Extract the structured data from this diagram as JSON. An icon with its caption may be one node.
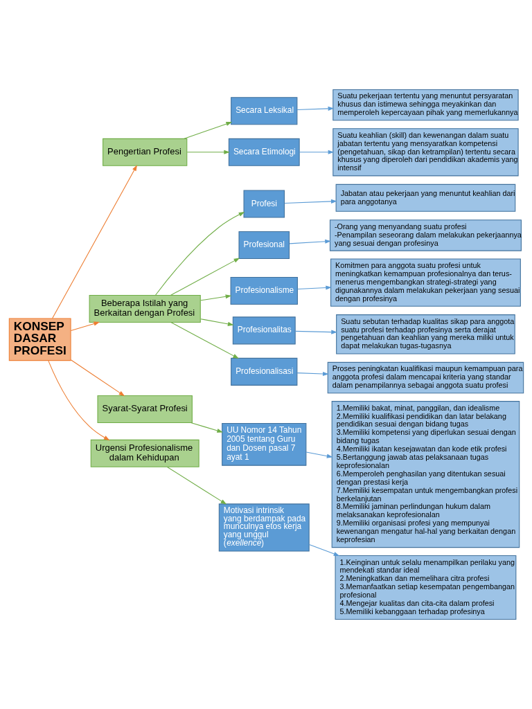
{
  "diagram": {
    "nodes": [
      {
        "text": [
          "KONSEP DASAR PROFESI"
        ]
      },
      {
        "text": [
          "Pengertian Profesi"
        ]
      },
      {
        "text": [
          "Secara Leksikal"
        ]
      },
      {
        "text": [
          "Suatu pekerjaan tertentu yang menuntut persyaratan khusus dan istimewa sehingga meyakinkan dan memperoleh kepercayaan pihak yang memerlukannya"
        ]
      },
      {
        "text": [
          "Secara Etimologi"
        ]
      },
      {
        "text": [
          "Suatu keahlian (skill) dan kewenangan dalam suatu jabatan tertentu yang mensyaratkan kompetensi (pengetahuan, sikap dan ketrampilan) tertentu secara khusus yang diperoleh dari pendidikan akademis yang intensif"
        ]
      },
      {
        "text": [
          "Beberapa Istilah yang Berkaitan dengan Profesi"
        ]
      },
      {
        "text": [
          "Profesi"
        ]
      },
      {
        "text": [
          "Jabatan atau pekerjaan yang menuntut keahlian dari para anggotanya"
        ]
      },
      {
        "text": [
          "Profesional"
        ]
      },
      {
        "text": [
          "-Orang yang menyandang suatu profesi",
          "-Penampilan seseorang dalam melakukan pekerjaannya yang sesuai dengan profesinya"
        ]
      },
      {
        "text": [
          "Profesionalisme"
        ]
      },
      {
        "text": [
          "Komitmen para anggota suatu profesi untuk meningkatkan kemampuan profesionalnya dan terus-menerus mengembangkan strategi-strategi yang digunakannya dalam melakukan pekerjaan yang sesuai dengan profesinya"
        ]
      },
      {
        "text": [
          "Profesionalitas"
        ]
      },
      {
        "text": [
          "Suatu sebutan terhadap kualitas sikap para anggota suatu profesi terhadap profesinya serta derajat pengetahuan dan keahlian yang mereka miliki untuk dapat melakukan tugas-tugasnya"
        ]
      },
      {
        "text": [
          "Profesionalisasi"
        ]
      },
      {
        "text": [
          "Proses peningkatan kualifikasi maupun kemampuan para anggota profesi dalam mencapai kriteria yang standar dalam penampilannya sebagai anggota suatu profesi"
        ]
      },
      {
        "text": [
          "Syarat-Syarat Profesi"
        ]
      },
      {
        "text": [
          "UU Nomor 14 Tahun 2005 tentang Guru dan Dosen pasal 7 ayat 1"
        ]
      },
      {
        "text": [
          "1.Memiliki bakat, minat, panggilan, dan idealisme",
          "2.Memiliki kualifikasi pendidikan dan latar belakang pendidikan sesuai dengan bidang tugas",
          "3.Memiliki kompetensi yang diperlukan sesuai dengan bidang tugas",
          "4.Memiliki ikatan kesejawatan dan kode etik profesi",
          "5.Bertanggung jawab atas pelaksanaan tugas keprofesionalan",
          "6.Memperoleh penghasilan yang ditentukan sesuai dengan prestasi kerja",
          "7.Memiliki kesempatan untuk mengembangkan profesi berkelanjutan",
          "8.Memiliki jaminan perlindungan hukum dalam melaksanakan keprofesionalan",
          "9.Memiliki organisasi profesi yang mempunyai kewenangan mengatur hal-hal yang berkaitan dengan keprofesian"
        ]
      },
      {
        "text": [
          "Urgensi Profesionalisme dalam Kehidupan"
        ]
      },
      {
        "text": [
          "Motivasi intrinsik yang berdampak pada munculnya etos kerja yang unggul (*exellence*)"
        ]
      },
      {
        "text": [
          "1.Keinginan untuk selalu menampilkan perilaku yang mendekati standar ideal",
          "2.Meningkatkan dan memelihara citra profesi",
          "3.Memanfaatkan setiap kesempatan pengembangan profesional",
          "4.Mengejar kualitas dan cita-cita dalam profesi",
          "5.Memiliki kebanggaan terhadap profesinya"
        ]
      }
    ],
    "edges": [
      {
        "from": 0,
        "to": 1,
        "arrow": "to",
        "color": "#ed7d31"
      },
      {
        "from": 0,
        "to": 6,
        "arrow": "to",
        "color": "#ed7d31"
      },
      {
        "from": 0,
        "to": 17,
        "arrow": "to",
        "color": "#ed7d31"
      },
      {
        "from": 0,
        "to": 20,
        "arrow": "to",
        "color": "#ed7d31"
      },
      {
        "from": 1,
        "to": 2,
        "arrow": "to",
        "color": "#70ad47"
      },
      {
        "from": 1,
        "to": 4,
        "arrow": "to",
        "color": "#70ad47"
      },
      {
        "from": 2,
        "to": 3,
        "arrow": "to",
        "color": "#5b9bd5"
      },
      {
        "from": 4,
        "to": 5,
        "arrow": "to",
        "color": "#5b9bd5"
      },
      {
        "from": 6,
        "to": 7,
        "arrow": "to",
        "color": "#70ad47"
      },
      {
        "from": 6,
        "to": 9,
        "arrow": "to",
        "color": "#70ad47"
      },
      {
        "from": 6,
        "to": 11,
        "arrow": "to",
        "color": "#70ad47"
      },
      {
        "from": 6,
        "to": 13,
        "arrow": "to",
        "color": "#70ad47"
      },
      {
        "from": 6,
        "to": 15,
        "arrow": "to",
        "color": "#70ad47"
      },
      {
        "from": 7,
        "to": 8,
        "arrow": "to",
        "color": "#5b9bd5"
      },
      {
        "from": 9,
        "to": 10,
        "arrow": "to",
        "color": "#5b9bd5"
      },
      {
        "from": 11,
        "to": 12,
        "arrow": "to",
        "color": "#5b9bd5"
      },
      {
        "from": 13,
        "to": 14,
        "arrow": "to",
        "color": "#5b9bd5"
      },
      {
        "from": 15,
        "to": 16,
        "arrow": "to",
        "color": "#5b9bd5"
      },
      {
        "from": 17,
        "to": 18,
        "arrow": "to",
        "color": "#70ad47"
      },
      {
        "from": 18,
        "to": 19,
        "arrow": "to",
        "color": "#5b9bd5"
      },
      {
        "from": 20,
        "to": 21,
        "arrow": "to",
        "color": "#70ad47"
      },
      {
        "from": 21,
        "to": 22,
        "arrow": "to",
        "color": "#5b9bd5"
      }
    ]
  }
}
